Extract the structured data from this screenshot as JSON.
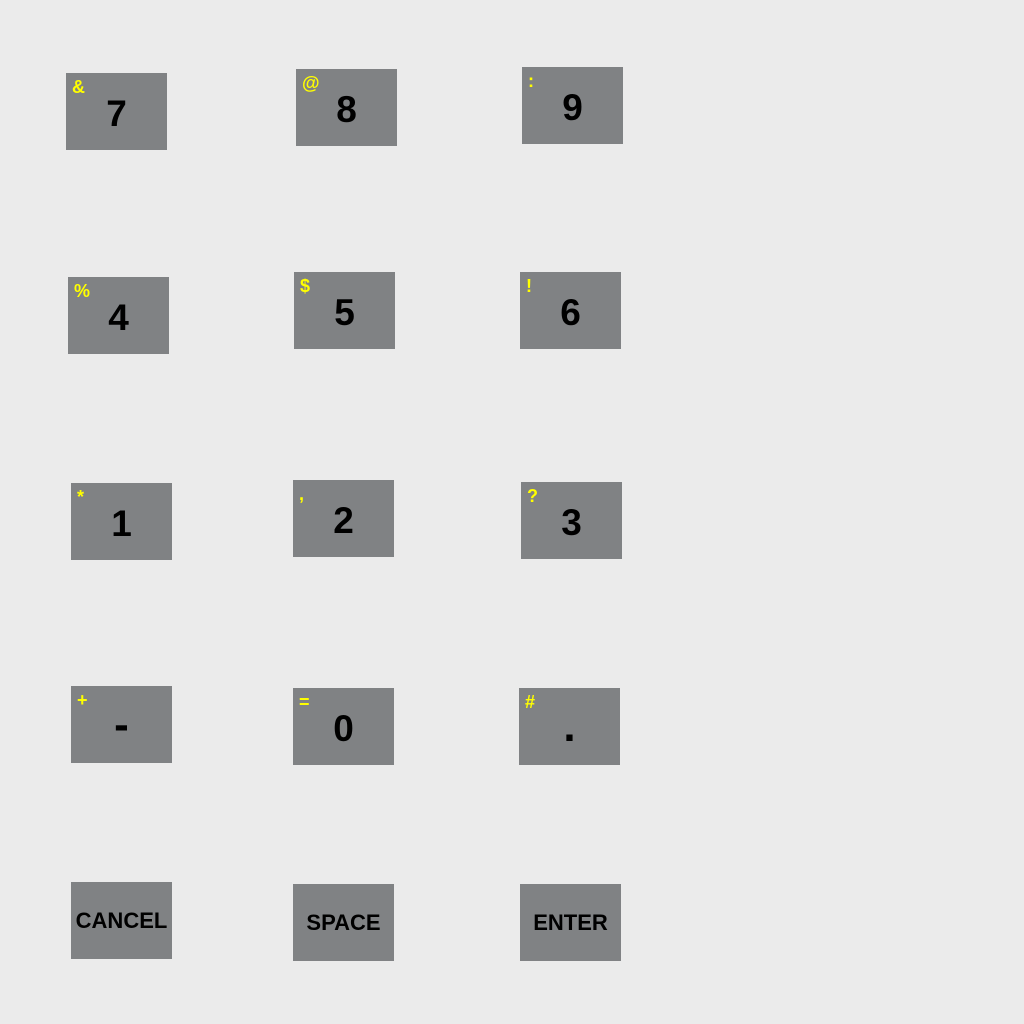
{
  "keypad": {
    "keys": {
      "k7": {
        "main": "7",
        "sym": "&"
      },
      "k8": {
        "main": "8",
        "sym": "@"
      },
      "k9": {
        "main": "9",
        "sym": ":"
      },
      "k4": {
        "main": "4",
        "sym": "%"
      },
      "k5": {
        "main": "5",
        "sym": "$"
      },
      "k6": {
        "main": "6",
        "sym": "!"
      },
      "k1": {
        "main": "1",
        "sym": "*"
      },
      "k2": {
        "main": "2",
        "sym": ","
      },
      "k3": {
        "main": "3",
        "sym": "?"
      },
      "kminus": {
        "main": "-",
        "sym": "+"
      },
      "k0": {
        "main": "0",
        "sym": "="
      },
      "kdot": {
        "main": ".",
        "sym": "#"
      },
      "kcancel": {
        "main": "CANCEL"
      },
      "kspace": {
        "main": "SPACE"
      },
      "kenter": {
        "main": "ENTER"
      }
    },
    "colors": {
      "background": "#ebebeb",
      "key": "#808284",
      "label": "#000000",
      "symbol": "#ffff00"
    }
  }
}
